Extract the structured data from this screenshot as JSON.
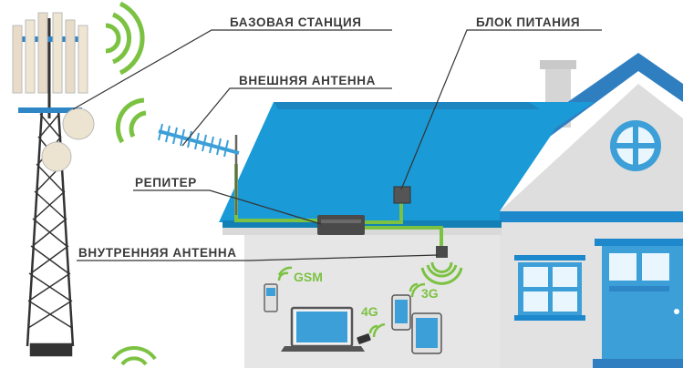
{
  "labels": {
    "base_station": "БАЗОВАЯ СТАНЦИЯ",
    "power_unit": "БЛОК ПИТАНИЯ",
    "external_antenna": "ВНЕШНЯЯ АНТЕННА",
    "repeater": "РЕПИТЕР",
    "internal_antenna": "ВНУТРЕННЯЯ АНТЕННА"
  },
  "networks": {
    "gsm": "GSM",
    "g4": "4G",
    "g3": "3G"
  },
  "colors": {
    "roof": "#1a9ad6",
    "roof_dark": "#1380b5",
    "wall": "#e4e4e4",
    "house_trim": "#3c9fd8",
    "cable": "#7cc242",
    "tower": "#3a3a3a",
    "label_text": "#3a3a3a",
    "signal": "#7cc242"
  }
}
